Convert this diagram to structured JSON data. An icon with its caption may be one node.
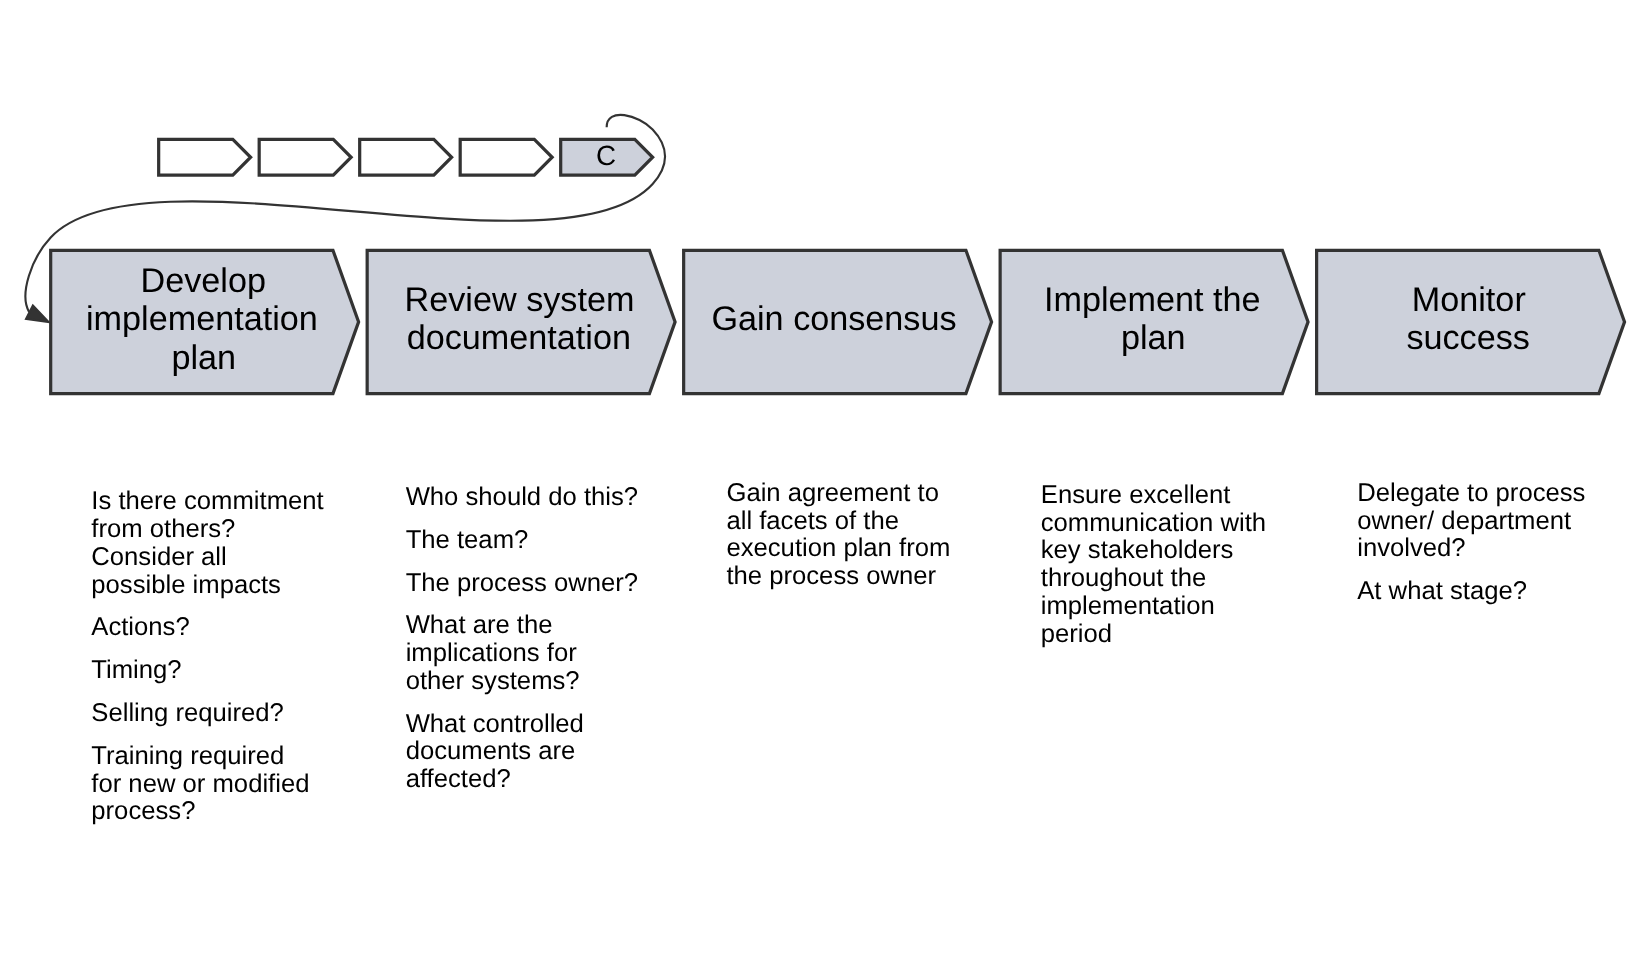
{
  "diagram": {
    "nodes": [
      {
        "text": [],
        "shape": "chevron"
      },
      {
        "text": [],
        "shape": "chevron"
      },
      {
        "text": [],
        "shape": "chevron"
      },
      {
        "text": [],
        "shape": "chevron"
      },
      {
        "text": [
          "C"
        ]
      },
      {
        "text": [
          "Develop implementation plan"
        ],
        "beside": [
          "Is there commitment from others? Consider all possible impacts",
          "Actions?",
          "Timing?",
          "Selling required?",
          "Training required for new or modified process?"
        ]
      },
      {
        "text": [
          "Review system documentation"
        ],
        "beside": [
          "Who should do this?",
          "The team?",
          "The process owner?",
          "What are the implications for other systems?",
          "What controlled documents are affected?"
        ]
      },
      {
        "text": [
          "Gain consensus"
        ],
        "beside": [
          "Gain agreement to all facets of the execution plan from the process owner"
        ]
      },
      {
        "text": [
          "Implement the plan"
        ],
        "beside": [
          "Ensure excellent communication with key stakeholders throughout the implementation period"
        ]
      },
      {
        "text": [
          "Monitor success"
        ],
        "beside": [
          "Delegate to process owner/ department involved?",
          "At what stage?"
        ]
      }
    ],
    "edges": [
      {
        "from": 4,
        "to": 5,
        "arrow": "to"
      }
    ]
  }
}
